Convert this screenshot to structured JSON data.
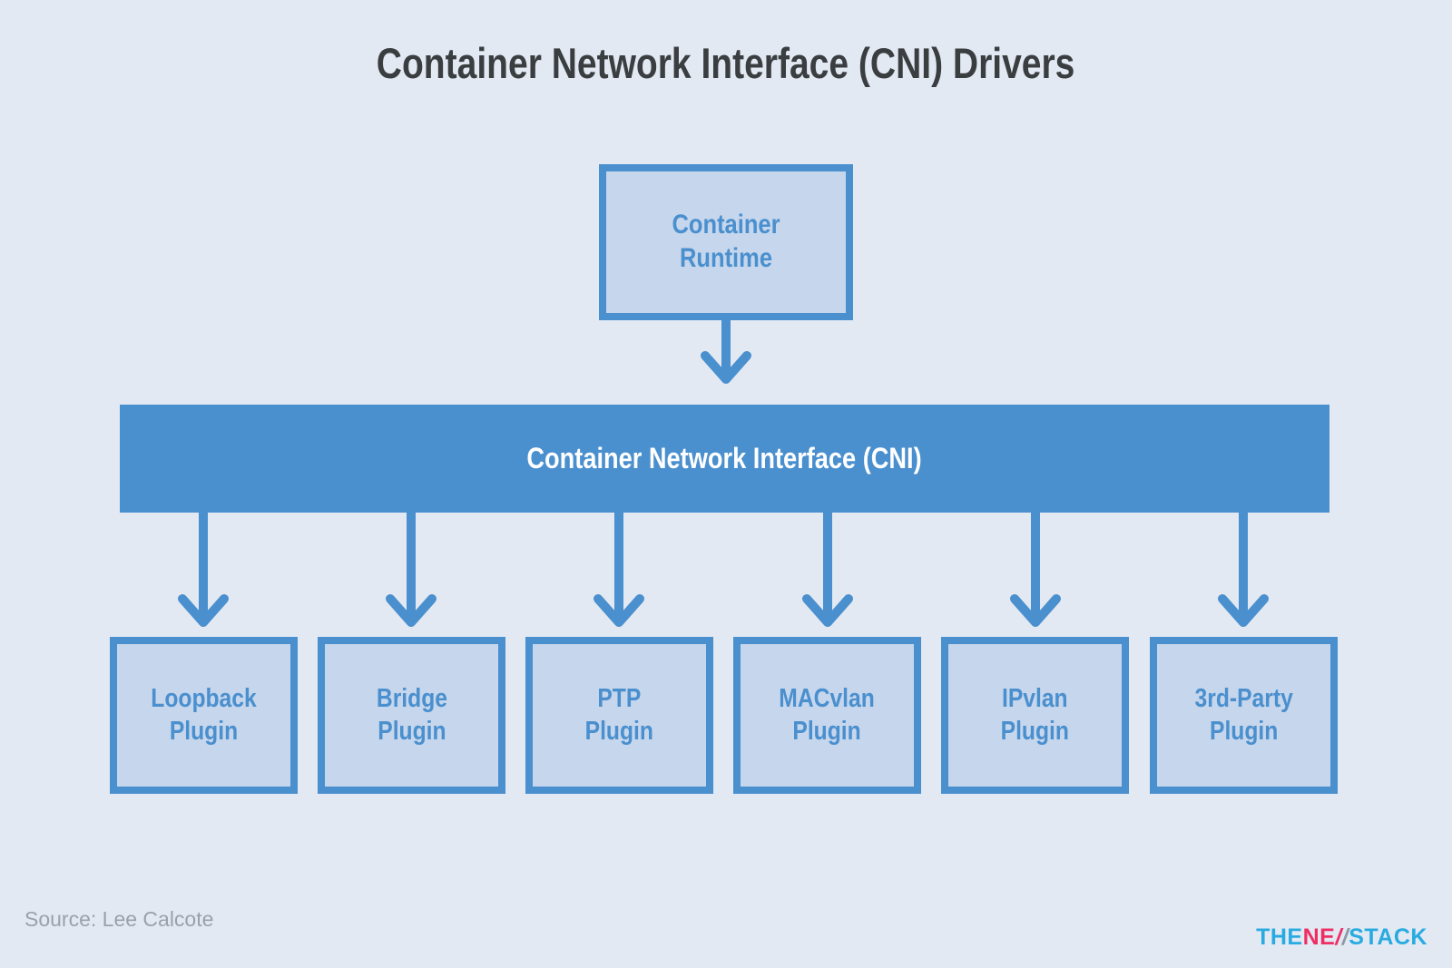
{
  "page": {
    "title": "Container Network Interface (CNI) Drivers"
  },
  "diagram": {
    "root": {
      "line1": "Container",
      "line2": "Runtime"
    },
    "bus": {
      "label": "Container Network Interface (CNI)"
    },
    "plugins": [
      {
        "line1": "Loopback",
        "line2": "Plugin"
      },
      {
        "line1": "Bridge",
        "line2": "Plugin"
      },
      {
        "line1": "PTP",
        "line2": "Plugin"
      },
      {
        "line1": "MACvlan",
        "line2": "Plugin"
      },
      {
        "line1": "IPvlan",
        "line2": "Plugin"
      },
      {
        "line1": "3rd-Party",
        "line2": "Plugin"
      }
    ]
  },
  "footer": {
    "source": "Source: Lee Calcote",
    "logo": {
      "the": "THE",
      "ne": "NE",
      "w_slash1": "/",
      "w_slash2": "/",
      "stack": "STACK"
    }
  },
  "colors": {
    "background": "#e3e9f2",
    "accent_blue": "#4a8fce",
    "box_fill": "#c6d6ec",
    "title_text": "#3a3e41",
    "bar_text": "#ffffff",
    "source_text": "#98a2ac",
    "logo_cyan": "#29abe2",
    "logo_pink": "#ed2f66",
    "logo_slash_gray": "#8a99a8"
  }
}
